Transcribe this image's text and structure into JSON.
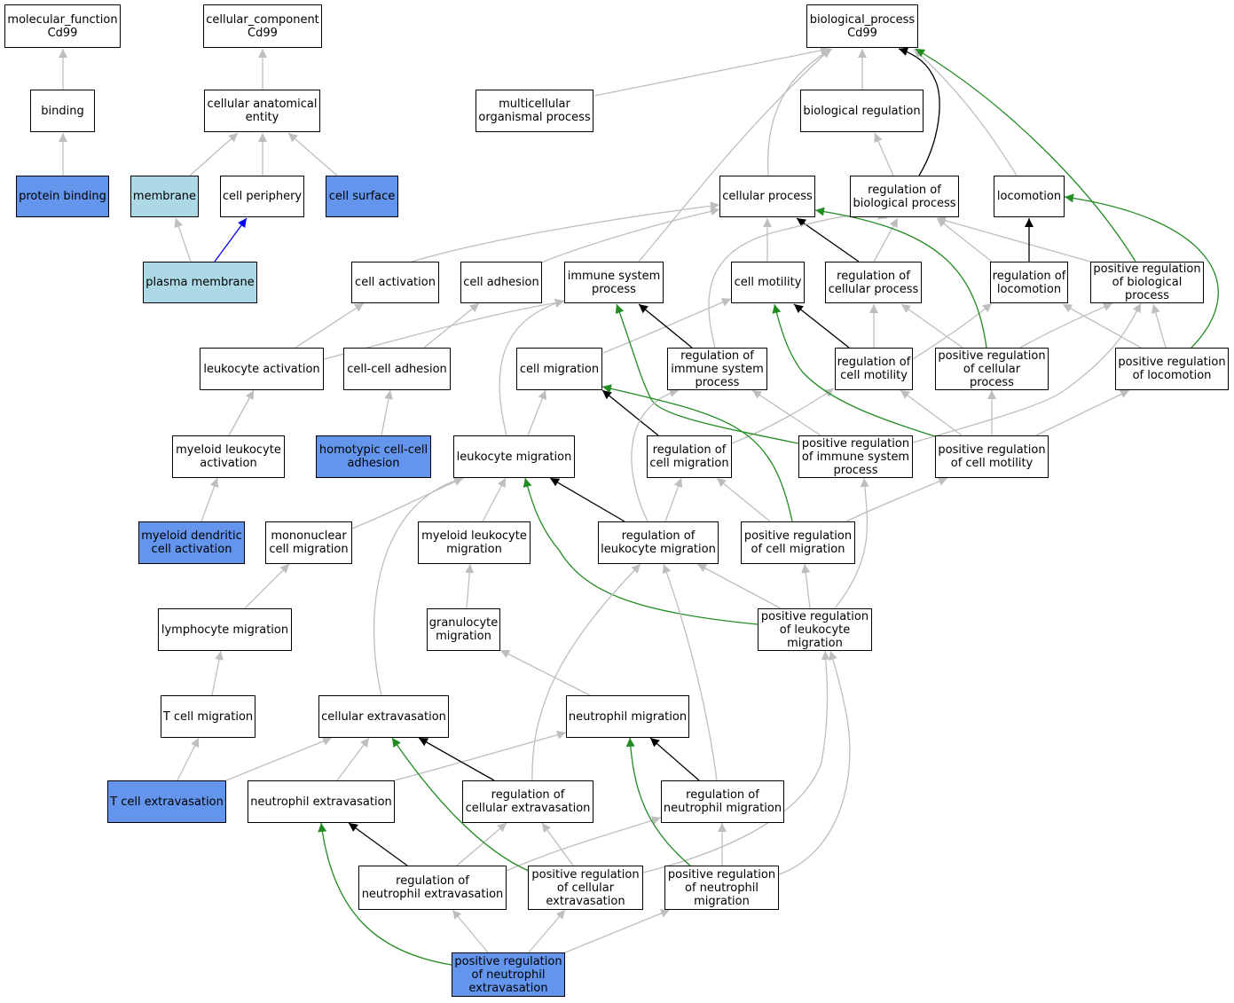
{
  "colors": {
    "is_a": "#bebebe",
    "regulates": "#000000",
    "positively_regulates": "#228b22",
    "part_of": "#0000ff",
    "annotated_fill": "#6495ed",
    "component_fill": "#add8e6",
    "default_fill": "#ffffff"
  },
  "nodes": [
    {
      "id": "mf",
      "label": "molecular_function\nCd99",
      "style": "default"
    },
    {
      "id": "cc",
      "label": "cellular_component\nCd99",
      "style": "default"
    },
    {
      "id": "bp",
      "label": "biological_process\nCd99",
      "style": "default"
    },
    {
      "id": "binding",
      "label": "binding",
      "style": "default"
    },
    {
      "id": "cae",
      "label": "cellular anatomical\nentity",
      "style": "default"
    },
    {
      "id": "mop",
      "label": "multicellular\norganismal process",
      "style": "default"
    },
    {
      "id": "breg",
      "label": "biological regulation",
      "style": "default"
    },
    {
      "id": "pb",
      "label": "protein binding",
      "style": "annotated"
    },
    {
      "id": "mem",
      "label": "membrane",
      "style": "cellular"
    },
    {
      "id": "cper",
      "label": "cell periphery",
      "style": "default"
    },
    {
      "id": "csurf",
      "label": "cell surface",
      "style": "annotated"
    },
    {
      "id": "cproc",
      "label": "cellular process",
      "style": "default"
    },
    {
      "id": "rbp",
      "label": "regulation of\nbiological process",
      "style": "default"
    },
    {
      "id": "loco",
      "label": "locomotion",
      "style": "default"
    },
    {
      "id": "pm",
      "label": "plasma membrane",
      "style": "cellular"
    },
    {
      "id": "cact",
      "label": "cell activation",
      "style": "default"
    },
    {
      "id": "cadh",
      "label": "cell adhesion",
      "style": "default"
    },
    {
      "id": "isp",
      "label": "immune system\nprocess",
      "style": "default"
    },
    {
      "id": "cmot",
      "label": "cell motility",
      "style": "default"
    },
    {
      "id": "rcp",
      "label": "regulation of\ncellular process",
      "style": "default"
    },
    {
      "id": "rloc",
      "label": "regulation of\nlocomotion",
      "style": "default"
    },
    {
      "id": "prbp",
      "label": "positive regulation\nof biological\nprocess",
      "style": "default"
    },
    {
      "id": "lact",
      "label": "leukocyte activation",
      "style": "default"
    },
    {
      "id": "ccadh",
      "label": "cell-cell adhesion",
      "style": "default"
    },
    {
      "id": "cmig",
      "label": "cell migration",
      "style": "default"
    },
    {
      "id": "risp",
      "label": "regulation of\nimmune system\nprocess",
      "style": "default"
    },
    {
      "id": "rcmot",
      "label": "regulation of\ncell motility",
      "style": "default"
    },
    {
      "id": "prcp",
      "label": "positive regulation\nof cellular\nprocess",
      "style": "default"
    },
    {
      "id": "prloc",
      "label": "positive regulation\nof locomotion",
      "style": "default"
    },
    {
      "id": "mlact",
      "label": "myeloid leukocyte\nactivation",
      "style": "default"
    },
    {
      "id": "hcca",
      "label": "homotypic cell-cell\nadhesion",
      "style": "annotated"
    },
    {
      "id": "lmig",
      "label": "leukocyte migration",
      "style": "default"
    },
    {
      "id": "rcmig",
      "label": "regulation of\ncell migration",
      "style": "default"
    },
    {
      "id": "prisp",
      "label": "positive regulation\nof immune system\nprocess",
      "style": "default"
    },
    {
      "id": "prcmot",
      "label": "positive regulation\nof cell motility",
      "style": "default"
    },
    {
      "id": "mdca",
      "label": "myeloid dendritic\ncell activation",
      "style": "annotated"
    },
    {
      "id": "mncm",
      "label": "mononuclear\ncell migration",
      "style": "default"
    },
    {
      "id": "mlmig",
      "label": "myeloid leukocyte\nmigration",
      "style": "default"
    },
    {
      "id": "rlmig",
      "label": "regulation of\nleukocyte migration",
      "style": "default"
    },
    {
      "id": "prcmig",
      "label": "positive regulation\nof cell migration",
      "style": "default"
    },
    {
      "id": "lymig",
      "label": "lymphocyte migration",
      "style": "default"
    },
    {
      "id": "gmig",
      "label": "granulocyte\nmigration",
      "style": "default"
    },
    {
      "id": "prlmig",
      "label": "positive regulation\nof leukocyte\nmigration",
      "style": "default"
    },
    {
      "id": "tmig",
      "label": "T cell migration",
      "style": "default"
    },
    {
      "id": "cext",
      "label": "cellular extravasation",
      "style": "default"
    },
    {
      "id": "nmig",
      "label": "neutrophil migration",
      "style": "default"
    },
    {
      "id": "text",
      "label": "T cell extravasation",
      "style": "annotated"
    },
    {
      "id": "next",
      "label": "neutrophil extravasation",
      "style": "default"
    },
    {
      "id": "rcext",
      "label": "regulation of\ncellular extravasation",
      "style": "default"
    },
    {
      "id": "rnmig",
      "label": "regulation of\nneutrophil migration",
      "style": "default"
    },
    {
      "id": "rnext",
      "label": "regulation of\nneutrophil extravasation",
      "style": "default"
    },
    {
      "id": "prcext",
      "label": "positive regulation\nof cellular\nextravasation",
      "style": "default"
    },
    {
      "id": "prnmig",
      "label": "positive regulation\nof neutrophil\nmigration",
      "style": "default"
    },
    {
      "id": "prnext",
      "label": "positive regulation\nof neutrophil\nextravasation",
      "style": "annotated"
    }
  ],
  "edges": [
    {
      "from": "binding",
      "to": "mf",
      "type": "is_a"
    },
    {
      "from": "pb",
      "to": "binding",
      "type": "is_a"
    },
    {
      "from": "cae",
      "to": "cc",
      "type": "is_a"
    },
    {
      "from": "mem",
      "to": "cae",
      "type": "is_a"
    },
    {
      "from": "cper",
      "to": "cae",
      "type": "is_a"
    },
    {
      "from": "csurf",
      "to": "cae",
      "type": "is_a"
    },
    {
      "from": "pm",
      "to": "mem",
      "type": "is_a"
    },
    {
      "from": "pm",
      "to": "cper",
      "type": "part_of"
    },
    {
      "from": "mop",
      "to": "bp",
      "type": "is_a"
    },
    {
      "from": "breg",
      "to": "bp",
      "type": "is_a"
    },
    {
      "from": "cproc",
      "to": "bp",
      "type": "is_a"
    },
    {
      "from": "rbp",
      "to": "breg",
      "type": "is_a"
    },
    {
      "from": "rbp",
      "to": "bp",
      "type": "regulates"
    },
    {
      "from": "loco",
      "to": "bp",
      "type": "is_a"
    },
    {
      "from": "prbp",
      "to": "bp",
      "type": "positively_regulates"
    },
    {
      "from": "prbp",
      "to": "rbp",
      "type": "is_a"
    },
    {
      "from": "cact",
      "to": "cproc",
      "type": "is_a"
    },
    {
      "from": "cadh",
      "to": "cproc",
      "type": "is_a"
    },
    {
      "from": "isp",
      "to": "bp",
      "type": "is_a"
    },
    {
      "from": "cmot",
      "to": "cproc",
      "type": "is_a"
    },
    {
      "from": "rcp",
      "to": "cproc",
      "type": "regulates"
    },
    {
      "from": "rcp",
      "to": "rbp",
      "type": "is_a"
    },
    {
      "from": "rloc",
      "to": "loco",
      "type": "regulates"
    },
    {
      "from": "rloc",
      "to": "rbp",
      "type": "is_a"
    },
    {
      "from": "lact",
      "to": "cact",
      "type": "is_a"
    },
    {
      "from": "lact",
      "to": "isp",
      "type": "is_a"
    },
    {
      "from": "ccadh",
      "to": "cadh",
      "type": "is_a"
    },
    {
      "from": "cmig",
      "to": "cmot",
      "type": "is_a"
    },
    {
      "from": "risp",
      "to": "isp",
      "type": "regulates"
    },
    {
      "from": "risp",
      "to": "rbp",
      "type": "is_a"
    },
    {
      "from": "rcmot",
      "to": "cmot",
      "type": "regulates"
    },
    {
      "from": "rcmot",
      "to": "rcp",
      "type": "is_a"
    },
    {
      "from": "rcmot",
      "to": "rloc",
      "type": "is_a"
    },
    {
      "from": "prcp",
      "to": "cproc",
      "type": "positively_regulates"
    },
    {
      "from": "prcp",
      "to": "rcp",
      "type": "is_a"
    },
    {
      "from": "prcp",
      "to": "prbp",
      "type": "is_a"
    },
    {
      "from": "prloc",
      "to": "loco",
      "type": "positively_regulates"
    },
    {
      "from": "prloc",
      "to": "rloc",
      "type": "is_a"
    },
    {
      "from": "prloc",
      "to": "prbp",
      "type": "is_a"
    },
    {
      "from": "mlact",
      "to": "lact",
      "type": "is_a"
    },
    {
      "from": "hcca",
      "to": "ccadh",
      "type": "is_a"
    },
    {
      "from": "lmig",
      "to": "cmig",
      "type": "is_a"
    },
    {
      "from": "lmig",
      "to": "isp",
      "type": "is_a"
    },
    {
      "from": "rcmig",
      "to": "cmig",
      "type": "regulates"
    },
    {
      "from": "rcmig",
      "to": "rcmot",
      "type": "is_a"
    },
    {
      "from": "prisp",
      "to": "isp",
      "type": "positively_regulates"
    },
    {
      "from": "prisp",
      "to": "risp",
      "type": "is_a"
    },
    {
      "from": "prisp",
      "to": "prbp",
      "type": "is_a"
    },
    {
      "from": "prcmot",
      "to": "cmot",
      "type": "positively_regulates"
    },
    {
      "from": "prcmot",
      "to": "rcmot",
      "type": "is_a"
    },
    {
      "from": "prcmot",
      "to": "prcp",
      "type": "is_a"
    },
    {
      "from": "prcmot",
      "to": "prloc",
      "type": "is_a"
    },
    {
      "from": "mdca",
      "to": "mlact",
      "type": "is_a"
    },
    {
      "from": "mncm",
      "to": "lmig",
      "type": "is_a"
    },
    {
      "from": "mlmig",
      "to": "lmig",
      "type": "is_a"
    },
    {
      "from": "rlmig",
      "to": "lmig",
      "type": "regulates"
    },
    {
      "from": "rlmig",
      "to": "rcmig",
      "type": "is_a"
    },
    {
      "from": "rlmig",
      "to": "risp",
      "type": "is_a"
    },
    {
      "from": "prcmig",
      "to": "rcmig",
      "type": "is_a"
    },
    {
      "from": "prcmig",
      "to": "prcmot",
      "type": "is_a"
    },
    {
      "from": "prcmig",
      "to": "cmig",
      "type": "positively_regulates"
    },
    {
      "from": "lymig",
      "to": "mncm",
      "type": "is_a"
    },
    {
      "from": "gmig",
      "to": "mlmig",
      "type": "is_a"
    },
    {
      "from": "prlmig",
      "to": "lmig",
      "type": "positively_regulates"
    },
    {
      "from": "prlmig",
      "to": "rlmig",
      "type": "is_a"
    },
    {
      "from": "prlmig",
      "to": "prcmig",
      "type": "is_a"
    },
    {
      "from": "prlmig",
      "to": "prisp",
      "type": "is_a"
    },
    {
      "from": "tmig",
      "to": "lymig",
      "type": "is_a"
    },
    {
      "from": "cext",
      "to": "lmig",
      "type": "is_a"
    },
    {
      "from": "nmig",
      "to": "gmig",
      "type": "is_a"
    },
    {
      "from": "text",
      "to": "tmig",
      "type": "is_a"
    },
    {
      "from": "text",
      "to": "cext",
      "type": "is_a"
    },
    {
      "from": "next",
      "to": "cext",
      "type": "is_a"
    },
    {
      "from": "next",
      "to": "nmig",
      "type": "is_a"
    },
    {
      "from": "rcext",
      "to": "cext",
      "type": "regulates"
    },
    {
      "from": "rcext",
      "to": "rlmig",
      "type": "is_a"
    },
    {
      "from": "rnmig",
      "to": "nmig",
      "type": "regulates"
    },
    {
      "from": "rnmig",
      "to": "rlmig",
      "type": "is_a"
    },
    {
      "from": "rnext",
      "to": "next",
      "type": "regulates"
    },
    {
      "from": "rnext",
      "to": "rcext",
      "type": "is_a"
    },
    {
      "from": "rnext",
      "to": "rnmig",
      "type": "is_a"
    },
    {
      "from": "prcext",
      "to": "cext",
      "type": "positively_regulates"
    },
    {
      "from": "prcext",
      "to": "rcext",
      "type": "is_a"
    },
    {
      "from": "prcext",
      "to": "prlmig",
      "type": "is_a"
    },
    {
      "from": "prnmig",
      "to": "nmig",
      "type": "positively_regulates"
    },
    {
      "from": "prnmig",
      "to": "rnmig",
      "type": "is_a"
    },
    {
      "from": "prnmig",
      "to": "prlmig",
      "type": "is_a"
    },
    {
      "from": "prnext",
      "to": "next",
      "type": "positively_regulates"
    },
    {
      "from": "prnext",
      "to": "rnext",
      "type": "is_a"
    },
    {
      "from": "prnext",
      "to": "prcext",
      "type": "is_a"
    },
    {
      "from": "prnext",
      "to": "prnmig",
      "type": "is_a"
    }
  ]
}
